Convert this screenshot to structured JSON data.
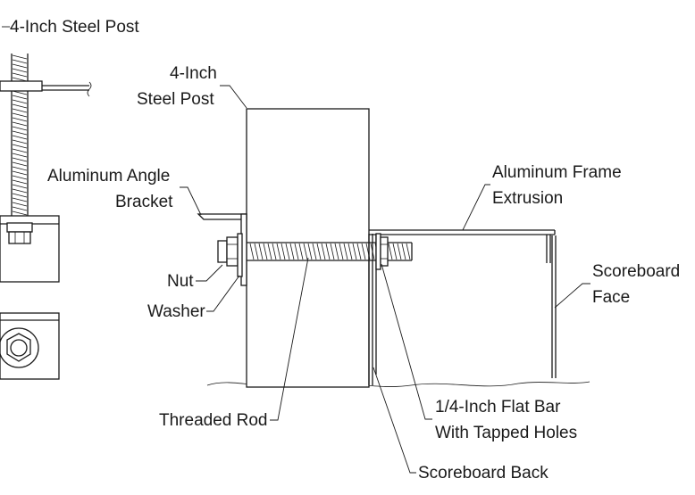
{
  "labels": {
    "post_top_left": "4-Inch Steel Post",
    "post_line1": "4-Inch",
    "post_line2": "Steel Post",
    "bracket_line1": "Aluminum Angle",
    "bracket_line2": "Bracket",
    "frame_line1": "Aluminum Frame",
    "frame_line2": "Extrusion",
    "face_line1": "Scoreboard",
    "face_line2": "Face",
    "nut": "Nut",
    "washer": "Washer",
    "rod": "Threaded Rod",
    "flatbar_line1": "1/4-Inch Flat Bar",
    "flatbar_line2": "With Tapped Holes",
    "back": "Scoreboard Back"
  },
  "colors": {
    "line": "#1a1a1a",
    "background": "#ffffff"
  }
}
